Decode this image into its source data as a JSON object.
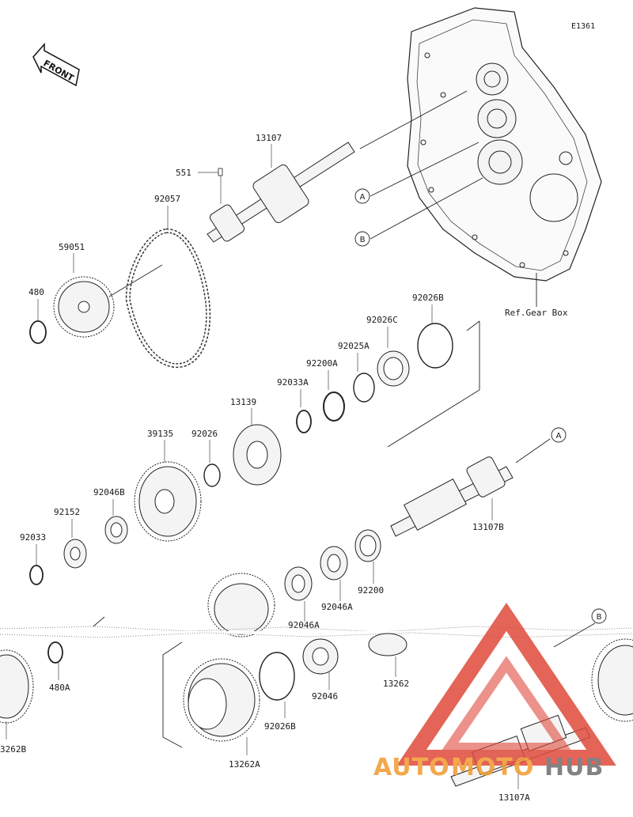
{
  "diagram_code": "E1361",
  "front_label": "FRONT",
  "ref_text": "Ref.Gear Box",
  "markers": {
    "A": "A",
    "B": "B"
  },
  "parts": {
    "p13107": "13107",
    "p551": "551",
    "p92057": "92057",
    "p59051": "59051",
    "p480": "480",
    "p92026B_top": "92026B",
    "p92026C": "92026C",
    "p92025A": "92025A",
    "p92200A": "92200A",
    "p92033A": "92033A",
    "p13139": "13139",
    "p39135": "39135",
    "p92026": "92026",
    "p92046B": "92046B",
    "p92152": "92152",
    "p92033": "92033",
    "p13107B": "13107B",
    "p92200": "92200",
    "p92046A": "92046A",
    "p92046A_cut": "92046A",
    "p480A": "480A",
    "p13262": "13262",
    "p92046": "92046",
    "p92026B_bot": "92026B",
    "p13262A": "13262A",
    "p13262B": "3262B",
    "p13107A": "13107A"
  },
  "watermark": {
    "part1": "AUTO",
    "part2": "MOTO",
    "part3": "HUB"
  },
  "colors": {
    "watermark_red": "#e04a3c",
    "watermark_orange": "#f29a2e",
    "watermark_gray": "#6d6d6d"
  }
}
